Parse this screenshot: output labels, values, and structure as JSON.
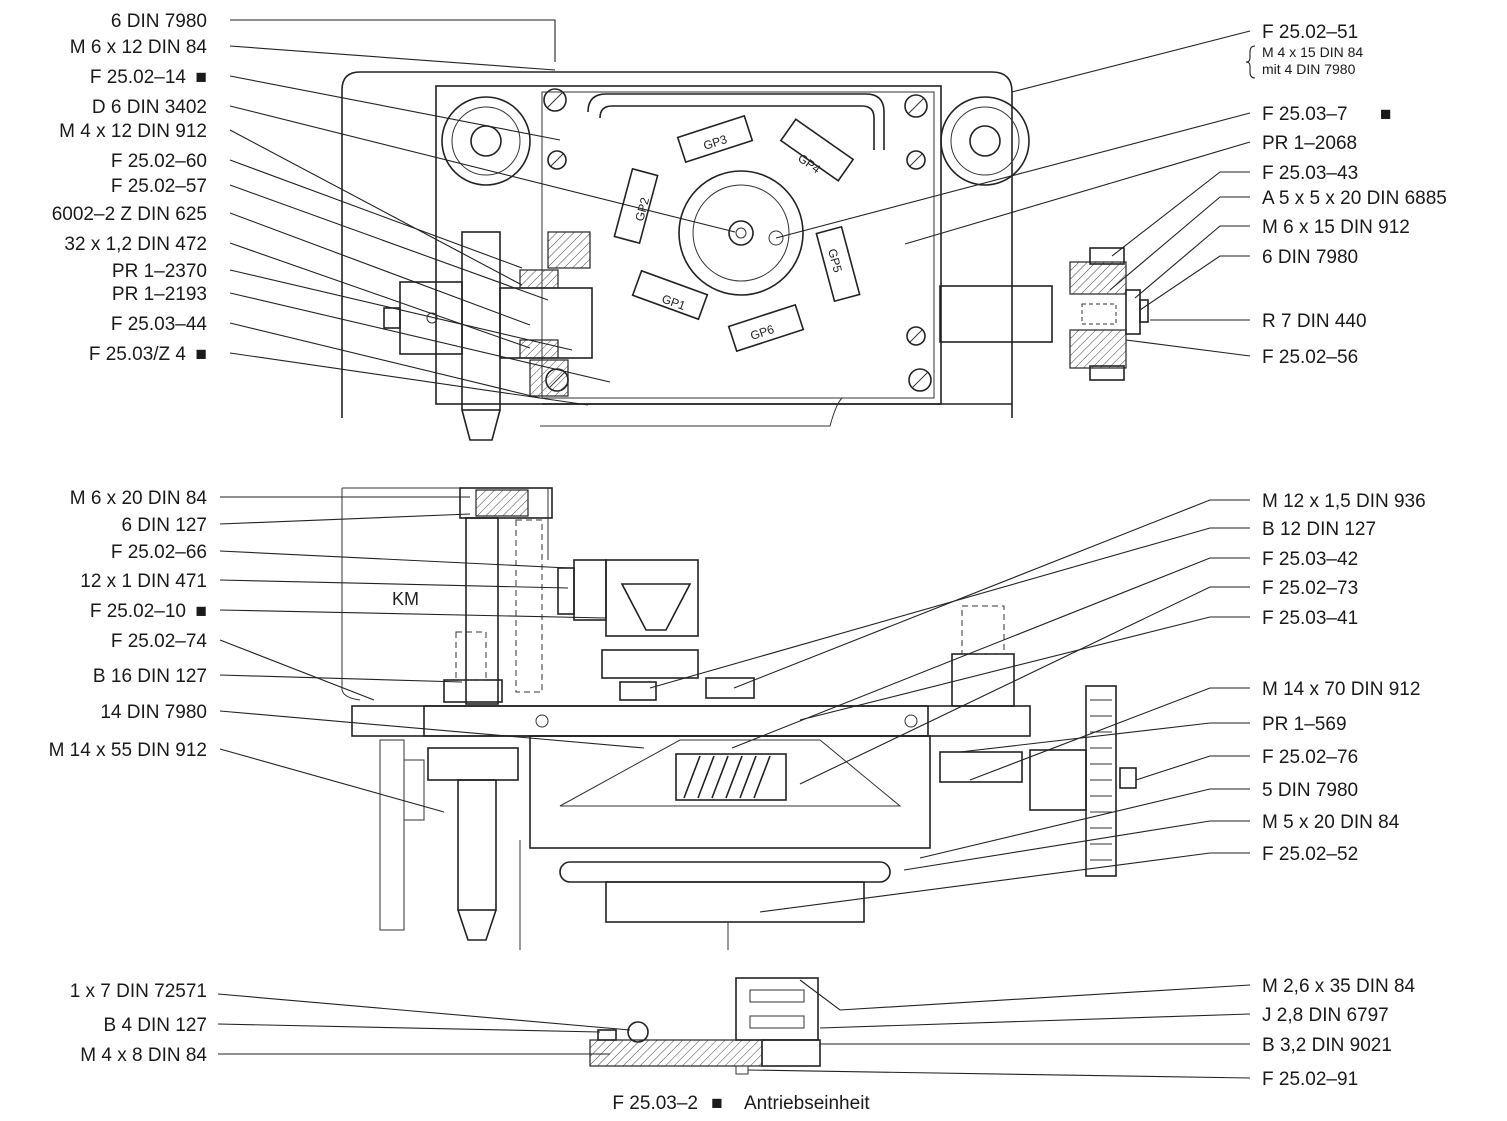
{
  "top_left_labels": [
    "6 DIN 7980",
    "M 6 x 12 DIN 84",
    "F 25.02–14",
    "D 6 DIN 3402",
    "M 4 x 12 DIN 912",
    "F 25.02–60",
    "F 25.02–57",
    "6002–2 Z DIN 625",
    "32 x 1,2 DIN 472",
    "PR 1–2370",
    "PR 1–2193",
    "F 25.03–44",
    "F 25.03/Z 4"
  ],
  "top_right_labels": [
    "F 25.02–51",
    "F 25.03–7",
    "PR 1–2068",
    "F 25.03–43",
    "A 5 x 5 x 20 DIN 6885",
    "M 6 x 15 DIN 912",
    "6 DIN 7980",
    "R 7 DIN 440",
    "F 25.02–56"
  ],
  "brace_labels": [
    "M 4 x 15 DIN 84",
    "mit 4 DIN 7980"
  ],
  "mid_left_labels": [
    "M 6 x 20 DIN 84",
    "6 DIN 127",
    "F 25.02–66",
    "12 x 1 DIN 471",
    "F 25.02–10",
    "F 25.02–74",
    "B 16 DIN 127",
    "14 DIN 7980",
    "M 14 x 55 DIN 912"
  ],
  "mid_right_labels": [
    "M 12 x 1,5 DIN 936",
    "B 12 DIN 127",
    "F 25.03–42",
    "F 25.02–73",
    "F 25.03–41",
    "M 14 x 70 DIN 912",
    "PR 1–569",
    "F 25.02–76",
    "5 DIN 7980",
    "M 5 x 20 DIN 84",
    "F 25.02–52"
  ],
  "bottom_left_labels": [
    "1 x 7 DIN 72571",
    "B 4 DIN 127",
    "M 4 x 8 DIN 84"
  ],
  "bottom_right_labels": [
    "M 2,6 x 35 DIN 84",
    "J 2,8 DIN 6797",
    "B 3,2 DIN 9021",
    "F 25.02–91"
  ],
  "caption": {
    "part": "F 25.03–2",
    "title": "Antriebseinheit"
  },
  "switch_labels": [
    "GP1",
    "GP2",
    "GP3",
    "GP4",
    "GP5",
    "GP6"
  ],
  "housing_label": "KM",
  "marker_symbol": "■",
  "marked_labels": [
    "F 25.02–14",
    "F 25.03/Z 4",
    "F 25.03–7",
    "F 25.02–10",
    "F 25.03–2"
  ]
}
